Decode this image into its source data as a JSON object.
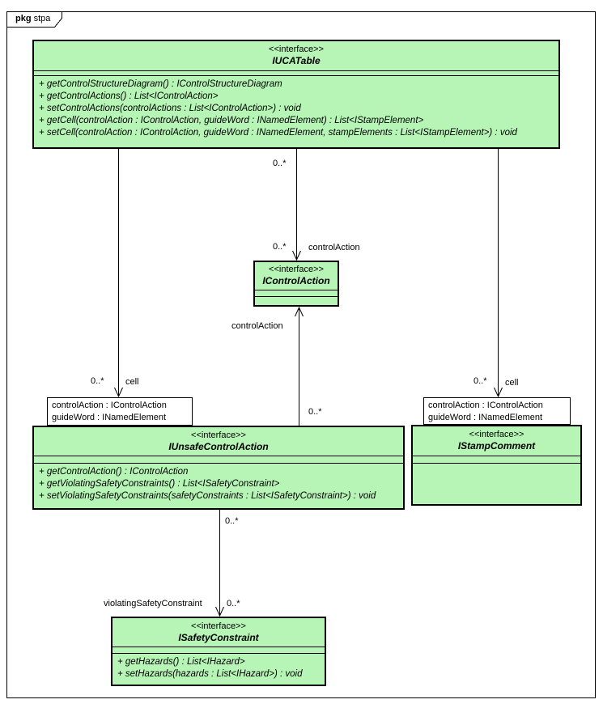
{
  "package_tab": {
    "keyword": "pkg",
    "name": "stpa"
  },
  "colors": {
    "class_fill": "#b6f5b6",
    "class_border": "#000000",
    "background": "#ffffff"
  },
  "classes": [
    {
      "stereotype": "<<interface>>",
      "name": "IUCATable",
      "methods": [
        "+ getControlStructureDiagram() : IControlStructureDiagram",
        "+ getControlActions() : List<IControlAction>",
        "+ setControlActions(controlActions : List<IControlAction>) : void",
        "+ getCell(controlAction : IControlAction, guideWord : INamedElement) : List<IStampElement>",
        "+ setCell(controlAction : IControlAction, guideWord : INamedElement, stampElements : List<IStampElement>) : void"
      ]
    },
    {
      "stereotype": "<<interface>>",
      "name": "IControlAction",
      "methods": []
    },
    {
      "stereotype": "<<interface>>",
      "name": "IUnsafeControlAction",
      "methods": [
        "+ getControlAction() : IControlAction",
        "+ getViolatingSafetyConstraints() : List<ISafetyConstraint>",
        "+ setViolatingSafetyConstraints(safetyConstraints : List<ISafetyConstraint>) : void"
      ]
    },
    {
      "stereotype": "<<interface>>",
      "name": "IStampComment",
      "methods": []
    },
    {
      "stereotype": "<<interface>>",
      "name": "ISafetyConstraint",
      "methods": [
        "+ getHazards() : List<IHazard>",
        "+ setHazards(hazards : List<IHazard>) : void"
      ]
    }
  ],
  "qualifiers": [
    {
      "attributes": [
        "controlAction : IControlAction",
        "guideWord : INamedElement"
      ]
    },
    {
      "attributes": [
        "controlAction : IControlAction",
        "guideWord : INamedElement"
      ]
    }
  ],
  "associations": {
    "ucatable_controlaction": {
      "source_multiplicity": "0..*",
      "target_multiplicity": "0..*",
      "target_role": "controlAction"
    },
    "ucatable_unsafecontrolaction_cell": {
      "target_multiplicity": "0..*",
      "target_role": "cell"
    },
    "ucatable_stampcomment_cell": {
      "target_multiplicity": "0..*",
      "target_role": "cell"
    },
    "unsafecontrolaction_controlaction": {
      "source_multiplicity": "0..*",
      "target_role": "controlAction"
    },
    "unsafecontrolaction_safetyconstraint": {
      "source_multiplicity": "0..*",
      "target_multiplicity": "0..*",
      "target_role": "violatingSafetyConstraint"
    }
  }
}
